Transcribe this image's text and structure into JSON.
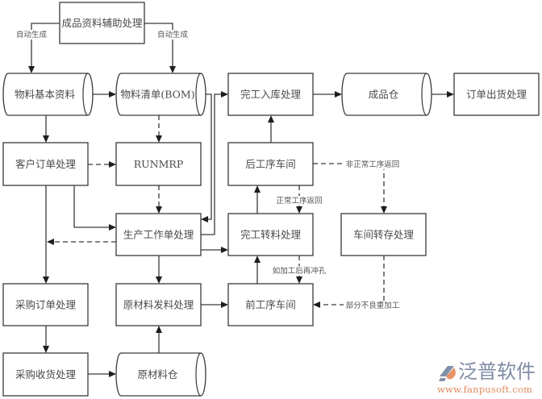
{
  "diagram": {
    "title": "",
    "nodes": [
      {
        "id": "aux",
        "label": "成品资料辅助处理",
        "shape": "process"
      },
      {
        "id": "material",
        "label": "物料基本资料",
        "shape": "store"
      },
      {
        "id": "bom",
        "label": "物料清单(BOM)",
        "shape": "store"
      },
      {
        "id": "fin-in",
        "label": "完工入库处理",
        "shape": "process"
      },
      {
        "id": "fg-store",
        "label": "成品仓",
        "shape": "store"
      },
      {
        "id": "ship",
        "label": "订单出货处理",
        "shape": "process"
      },
      {
        "id": "cust-order",
        "label": "客户订单处理",
        "shape": "process"
      },
      {
        "id": "runmrp",
        "label": "RUNMRP",
        "shape": "process"
      },
      {
        "id": "post-ws",
        "label": "后工序车间",
        "shape": "process"
      },
      {
        "id": "work-order",
        "label": "生产工作单处理",
        "shape": "process"
      },
      {
        "id": "fin-transfer",
        "label": "完工转料处理",
        "shape": "process"
      },
      {
        "id": "ws-store",
        "label": "车间转存处理",
        "shape": "process"
      },
      {
        "id": "po",
        "label": "采购订单处理",
        "shape": "process"
      },
      {
        "id": "issue",
        "label": "原材料发料处理",
        "shape": "process"
      },
      {
        "id": "pre-ws",
        "label": "前工序车间",
        "shape": "process"
      },
      {
        "id": "receive",
        "label": "采购收货处理",
        "shape": "process"
      },
      {
        "id": "raw-store",
        "label": "原材料仓",
        "shape": "store"
      }
    ],
    "edges": [
      {
        "id": "e1",
        "from": "aux",
        "to": "material",
        "style": "solid",
        "label": "自动生成"
      },
      {
        "id": "e2",
        "from": "aux",
        "to": "bom",
        "style": "solid",
        "label": "自动生成"
      },
      {
        "id": "e3",
        "from": "material",
        "to": "bom",
        "style": "solid",
        "label": ""
      },
      {
        "id": "e4",
        "from": "bom",
        "to": "runmrp",
        "style": "dashed",
        "label": ""
      },
      {
        "id": "e5",
        "from": "material",
        "to": "cust-order",
        "style": "solid",
        "label": ""
      },
      {
        "id": "e6",
        "from": "cust-order",
        "to": "runmrp",
        "style": "dashed",
        "label": ""
      },
      {
        "id": "e7",
        "from": "runmrp",
        "to": "work-order",
        "style": "dashed",
        "label": ""
      },
      {
        "id": "e8",
        "from": "cust-order",
        "to": "work-order",
        "style": "solid",
        "label": ""
      },
      {
        "id": "e9",
        "from": "cust-order",
        "to": "po",
        "style": "solid",
        "label": ""
      },
      {
        "id": "e10",
        "from": "work-order",
        "to": "po",
        "style": "dashed",
        "label": ""
      },
      {
        "id": "e11",
        "from": "bom",
        "to": "work-order",
        "style": "solid",
        "label": ""
      },
      {
        "id": "e12",
        "from": "work-order",
        "to": "fin-in",
        "style": "solid",
        "label": ""
      },
      {
        "id": "e13",
        "from": "work-order",
        "to": "fin-transfer",
        "style": "solid",
        "label": ""
      },
      {
        "id": "e14",
        "from": "work-order",
        "to": "issue",
        "style": "solid",
        "label": ""
      },
      {
        "id": "e15",
        "from": "fin-transfer",
        "to": "post-ws",
        "style": "solid",
        "label": ""
      },
      {
        "id": "e16",
        "from": "post-ws",
        "to": "fin-in",
        "style": "solid",
        "label": ""
      },
      {
        "id": "e17",
        "from": "post-ws",
        "to": "fin-transfer",
        "style": "dashed",
        "label": "正常工序返回"
      },
      {
        "id": "e18",
        "from": "post-ws",
        "to": "ws-store",
        "style": "dashed",
        "label": "非正常工序返回"
      },
      {
        "id": "e19",
        "from": "fin-in",
        "to": "fg-store",
        "style": "solid",
        "label": ""
      },
      {
        "id": "e20",
        "from": "fg-store",
        "to": "ship",
        "style": "solid",
        "label": ""
      },
      {
        "id": "e21",
        "from": "pre-ws",
        "to": "fin-transfer",
        "style": "solid",
        "label": ""
      },
      {
        "id": "e22",
        "from": "fin-transfer",
        "to": "pre-ws",
        "style": "dashed",
        "label": "如加工后再冲孔"
      },
      {
        "id": "e23",
        "from": "ws-store",
        "to": "pre-ws",
        "style": "dashed",
        "label": "部分不良重加工"
      },
      {
        "id": "e24",
        "from": "issue",
        "to": "pre-ws",
        "style": "solid",
        "label": ""
      },
      {
        "id": "e25",
        "from": "po",
        "to": "receive",
        "style": "solid",
        "label": ""
      },
      {
        "id": "e26",
        "from": "receive",
        "to": "raw-store",
        "style": "solid",
        "label": ""
      },
      {
        "id": "e27",
        "from": "raw-store",
        "to": "issue",
        "style": "solid",
        "label": ""
      }
    ]
  },
  "logo": {
    "brand": "泛普软件",
    "url": "www.fanpusoft.com",
    "brand_color": "#7d8aa3",
    "accent_color": "#e08a5e"
  }
}
